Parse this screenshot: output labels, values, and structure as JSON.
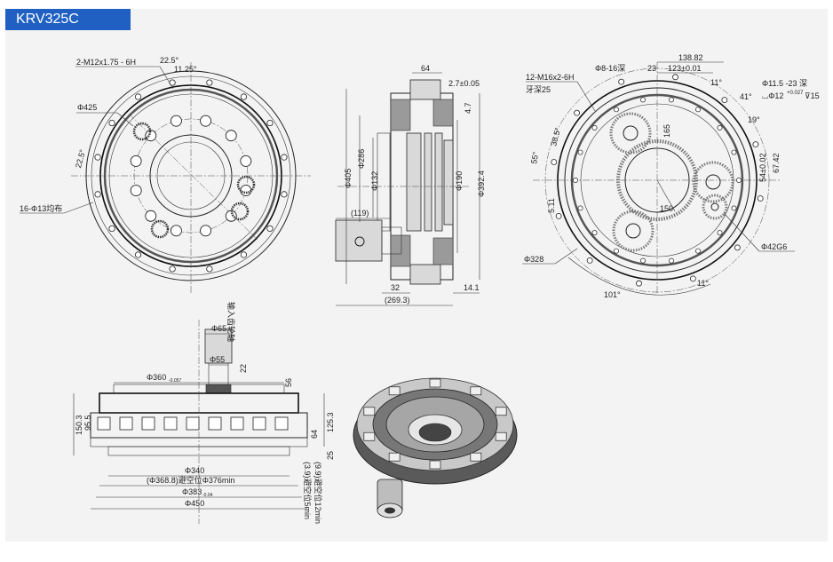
{
  "title": "KRV325C",
  "colors": {
    "accent": "#1f60c2",
    "panel": "#f3f3f4",
    "ink": "#222222"
  },
  "front_view": {
    "labels": {
      "thread_holes": "2-M12x1.75 - 6H",
      "angle_a": "22.5°",
      "angle_b": "11.25°",
      "diameter": "Φ425",
      "angle_c": "22.5°",
      "bolt_holes": "16-Φ13均布"
    }
  },
  "section_view": {
    "labels": {
      "top_width": "64",
      "tol": "2.7±0.05",
      "side": "4.7",
      "d405": "Φ405",
      "d286": "Φ286",
      "d132": "Φ132",
      "d190": "Φ190",
      "d392": "Φ392.4",
      "w119": "(119)",
      "w32": "32",
      "w14": "14.1",
      "w269": "(269.3)"
    }
  },
  "back_view": {
    "labels": {
      "thread": "12-M16x2-6H",
      "depth": "牙深25",
      "hole8": "Φ8-16深",
      "dim23": "23",
      "dim138": "138.82",
      "dim123": "123±0.01",
      "hole11": "Φ11.5 -23 深",
      "cbore": "⌴Φ12",
      "cbore_tol": "+0.027",
      "cbore_depth": "⊽15",
      "a11a": "11°",
      "a41": "41°",
      "a19": "19°",
      "a55": "55°",
      "a385": "38.5°",
      "d165": "165",
      "d54": "54±0.02",
      "d6742": "67.42",
      "d511": "5.11",
      "d150": "150",
      "d328": "Φ328",
      "a11b": "11°",
      "d42g6": "Φ42G6",
      "a101": "101°"
    }
  },
  "bottom_view": {
    "labels": {
      "input_gear": "输入齿轮轴",
      "d65": "Φ65",
      "d55": "Φ55",
      "d22": "22",
      "d56": "56",
      "d360": "Φ360",
      "d360tol": "-0.057",
      "h1253": "125.3",
      "h1503": "150.3",
      "h955": "95.5",
      "h64": "64",
      "h25": "25",
      "d340": "Φ340",
      "d368": "(Φ368.8)避空位Φ376min",
      "d383": "Φ383",
      "d383tol": "-0.04",
      "d450": "Φ450",
      "clear1": "(3.9)避空位5min",
      "clear2": "(9.9)避空位12min"
    }
  }
}
